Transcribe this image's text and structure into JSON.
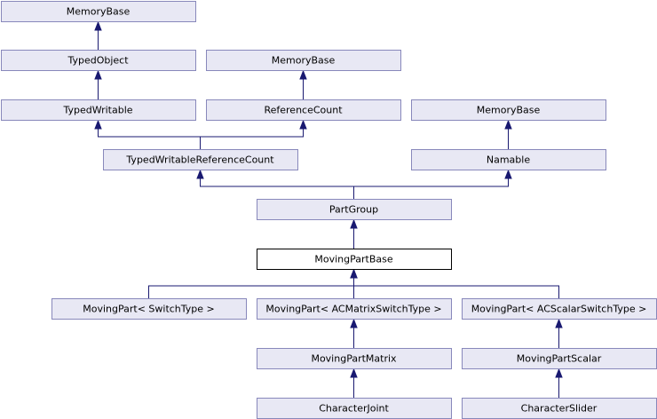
{
  "diagram": {
    "nodes": [
      {
        "id": "memorybase-1",
        "label": "MemoryBase"
      },
      {
        "id": "typedobject",
        "label": "TypedObject"
      },
      {
        "id": "memorybase-2",
        "label": "MemoryBase"
      },
      {
        "id": "typedwritable",
        "label": "TypedWritable"
      },
      {
        "id": "referencecount",
        "label": "ReferenceCount"
      },
      {
        "id": "memorybase-3",
        "label": "MemoryBase"
      },
      {
        "id": "typedwritablereferencecount",
        "label": "TypedWritableReferenceCount"
      },
      {
        "id": "namable",
        "label": "Namable"
      },
      {
        "id": "partgroup",
        "label": "PartGroup"
      },
      {
        "id": "movingpartbase",
        "label": "MovingPartBase",
        "current": true
      },
      {
        "id": "movingpart-switchtype",
        "label": "MovingPart< SwitchType >"
      },
      {
        "id": "movingpart-acmatrixswitchtype",
        "label": "MovingPart< ACMatrixSwitchType >"
      },
      {
        "id": "movingpart-acscalarswitchtype",
        "label": "MovingPart< ACScalarSwitchType >"
      },
      {
        "id": "movingpartmatrix",
        "label": "MovingPartMatrix"
      },
      {
        "id": "movingpartscalar",
        "label": "MovingPartScalar"
      },
      {
        "id": "characterjoint",
        "label": "CharacterJoint"
      },
      {
        "id": "characterslider",
        "label": "CharacterSlider"
      }
    ],
    "edges": [
      {
        "from": "typedobject",
        "to": "memorybase-1"
      },
      {
        "from": "typedwritable",
        "to": "typedobject"
      },
      {
        "from": "referencecount",
        "to": "memorybase-2"
      },
      {
        "from": "typedwritablereferencecount",
        "to": "typedwritable"
      },
      {
        "from": "typedwritablereferencecount",
        "to": "referencecount"
      },
      {
        "from": "namable",
        "to": "memorybase-3"
      },
      {
        "from": "partgroup",
        "to": "typedwritablereferencecount"
      },
      {
        "from": "partgroup",
        "to": "namable"
      },
      {
        "from": "movingpartbase",
        "to": "partgroup"
      },
      {
        "from": "movingpart-switchtype",
        "to": "movingpartbase"
      },
      {
        "from": "movingpart-acmatrixswitchtype",
        "to": "movingpartbase"
      },
      {
        "from": "movingpart-acscalarswitchtype",
        "to": "movingpartbase"
      },
      {
        "from": "movingpartmatrix",
        "to": "movingpart-acmatrixswitchtype"
      },
      {
        "from": "movingpartscalar",
        "to": "movingpart-acscalarswitchtype"
      },
      {
        "from": "characterjoint",
        "to": "movingpartmatrix"
      },
      {
        "from": "characterslider",
        "to": "movingpartscalar"
      }
    ]
  }
}
